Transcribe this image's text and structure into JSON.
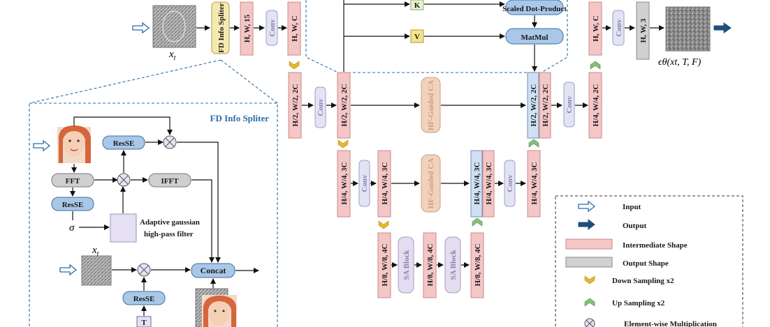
{
  "top": {
    "xt_label": "x",
    "xt_sub": "t",
    "fd_box": "FD Info Spliter",
    "shape_hw15": "H, W, 15",
    "conv": "Conv",
    "shape_hwc": "H, W, C",
    "k_label": "K",
    "v_label": "V",
    "scaled_dot": "Scaled Dot-Product",
    "matmul": "MatMul",
    "shape_hw3": "H, W, 3",
    "output_label": "ϵθ(xt, T, F)"
  },
  "unet": {
    "h2_2c": "H/2, W/2, 2C",
    "h4_2c": "H/4, W/4, 2C",
    "h4_3c": "H/4, W/4, 3C",
    "h8_4c": "H/8, W/8, 4C",
    "hf_ca": "HF-Guided CA",
    "sa_block": "SA Block",
    "conv": "Conv"
  },
  "fd_panel": {
    "title": "FD Info Spliter",
    "resse": "ResSE",
    "fft": "FFT",
    "ifft": "IFFT",
    "sigma": "σ",
    "filter_line1": "Adaptive gaussian",
    "filter_line2": "high-pass filter",
    "xt_label": "x",
    "xt_sub": "t",
    "concat": "Concat",
    "t_label": "T"
  },
  "legend": {
    "items": [
      {
        "label": "Input"
      },
      {
        "label": "Output"
      },
      {
        "label": "Intermediate Shape"
      },
      {
        "label": "Output Shape"
      },
      {
        "label": "Down Sampling x2"
      },
      {
        "label": "Up Sampling x2"
      },
      {
        "label": "Element-wise Multiplication"
      }
    ]
  },
  "colors": {
    "pink": "#f4c6c6",
    "pink_stroke": "#c98a8a",
    "gray": "#d0d0d0",
    "blue": "#cfe0f4",
    "conv_fill": "#e3e4f3",
    "hf_fill": "#f3d2bd",
    "sa_fill": "#e4dcef",
    "pill_blue": "#a9c7e8",
    "pill_gray": "#cfcfcf",
    "yellow": "#f1e48f",
    "green_box": "#e7f3cf",
    "dash": "#2d6ea8",
    "arrow_dark": "#1f4f7a",
    "down_chev": "#e8b632",
    "up_chev": "#86bf7c"
  }
}
